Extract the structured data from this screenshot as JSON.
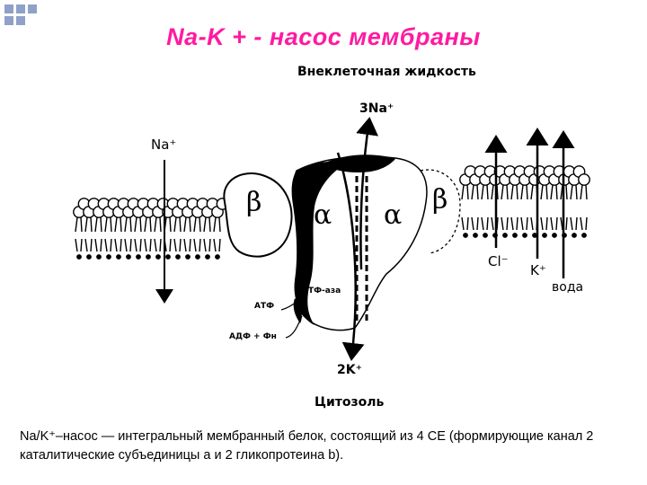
{
  "slide": {
    "title": "Na-K + - насос мембраны",
    "title_color": "#ff1aa0",
    "corner_color": "#8fa1c8"
  },
  "diagram": {
    "extracellular_label": "Внеклеточная жидкость",
    "cytosol_label": "Цитозоль",
    "na_out_label": "3Na⁺",
    "na_in_label": "Na⁺",
    "k_in_label": "2K⁺",
    "beta_left": "β",
    "alpha_left": "α",
    "alpha_right": "α",
    "beta_right": "β",
    "atpase_label": "АТФ-аза",
    "atp_label": "АТФ",
    "adp_label": "АДФ + Фн",
    "cl_label": "Cl⁻",
    "k_label": "K⁺",
    "water_label": "вода"
  },
  "caption": "Na/K⁺–насос — интегральный мембранный белок, состоящий из 4 СЕ (формирующие канал 2 каталитические субъединицы a и 2 гликопротеина b)."
}
